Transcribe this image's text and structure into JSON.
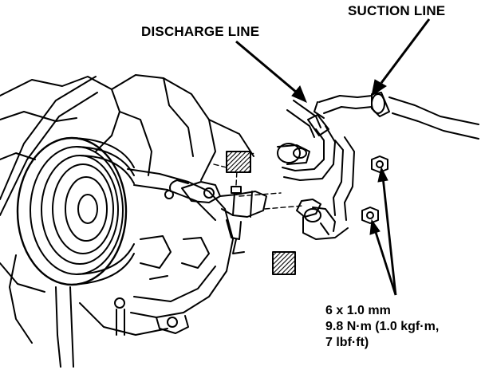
{
  "labels": {
    "suction_line": "SUCTION LINE",
    "discharge_line": "DISCHARGE LINE"
  },
  "spec": {
    "bolt_size": "6 x 1.0 mm",
    "torque_line1": "9.8 N·m (1.0 kgf·m,",
    "torque_line2": "7 lbf·ft)"
  },
  "colors": {
    "ink": "#000000",
    "paper": "#ffffff"
  }
}
